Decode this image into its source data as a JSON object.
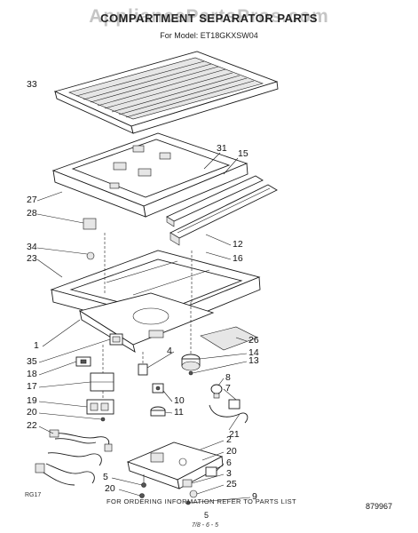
{
  "header": {
    "watermark": "AppliancePartsPros.com",
    "title": "COMPARTMENT SEPARATOR PARTS",
    "model": "For Model: ET18GKXSW04"
  },
  "callouts": {
    "c33": "33",
    "c31": "31",
    "c15": "15",
    "c27": "27",
    "c28": "28",
    "c12": "12",
    "c34": "34",
    "c16": "16",
    "c23": "23",
    "c1": "1",
    "c26": "26",
    "c14": "14",
    "c4": "4",
    "c13": "13",
    "c35": "35",
    "c18": "18",
    "c8": "8",
    "c17": "17",
    "c7": "7",
    "c10": "10",
    "c19": "19",
    "c11": "11",
    "c20a": "20",
    "c21": "21",
    "c22": "22",
    "c2": "2",
    "c20b": "20",
    "c6": "6",
    "c3": "3",
    "c5": "5",
    "c25": "25",
    "c20c": "20",
    "c9": "9"
  },
  "footer": {
    "note": "FOR ORDERING INFORMATION REFER TO PARTS LIST",
    "page": "5",
    "code": "879967",
    "sheet_ref": "RG17",
    "handwritten": "7/8 - 6 - 5"
  }
}
